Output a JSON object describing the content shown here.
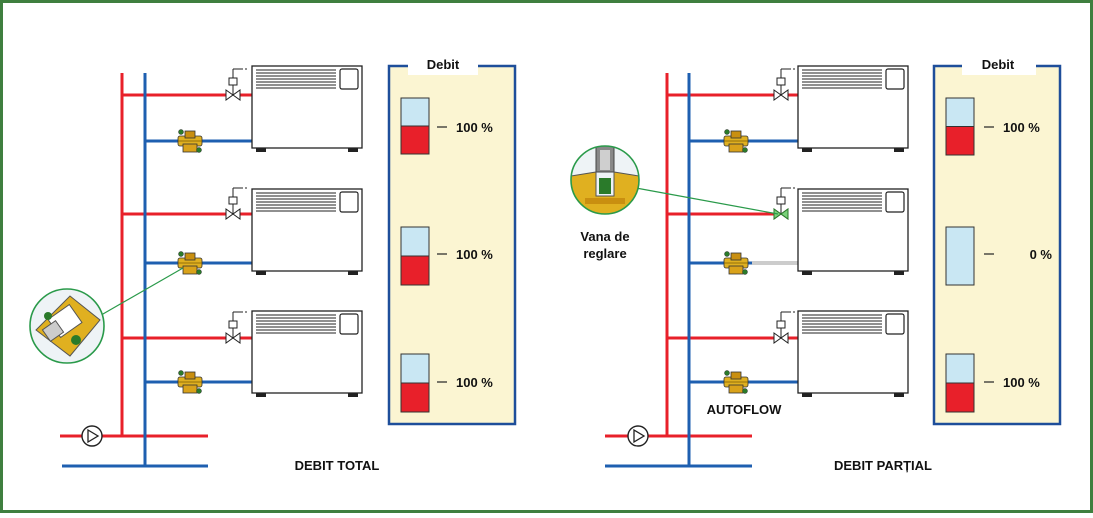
{
  "left": {
    "caption": "DEBIT TOTAL",
    "panel_title": "Debit",
    "flows": [
      {
        "label": "100 %",
        "fraction": 0.5
      },
      {
        "label": "100 %",
        "fraction": 0.5
      },
      {
        "label": "100 %",
        "fraction": 0.5
      }
    ]
  },
  "right": {
    "caption": "DEBIT PARȚIAL",
    "panel_title": "Debit",
    "valve_label_line1": "Vana de",
    "valve_label_line2": "reglare",
    "autoflow_label": "AUTOFLOW",
    "flows": [
      {
        "label": "100 %",
        "fraction": 0.5
      },
      {
        "label": "0 %",
        "fraction": 0
      },
      {
        "label": "100 %",
        "fraction": 0.5
      }
    ]
  },
  "colors": {
    "supply": "#e8202a",
    "return": "#1e5fb0",
    "frame": "#3f7f3f",
    "panel_fill": "#fbf5d2",
    "panel_border": "#1e4e9a",
    "gauge_empty": "#c9e7f3",
    "gauge_full": "#e8202a",
    "valve_body": "#e0b020",
    "callout_line": "#2a9a4a"
  },
  "icons": [
    "pump-icon",
    "thermostatic-valve-icon",
    "autoflow-valve-icon",
    "radiator-icon",
    "zoom-callout-icon"
  ]
}
